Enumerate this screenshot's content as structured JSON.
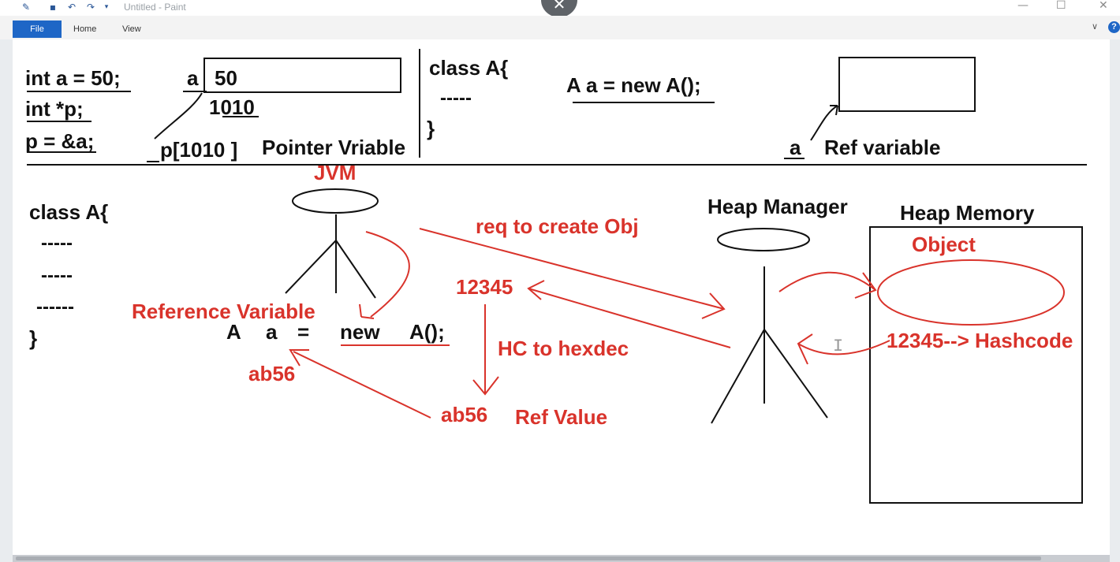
{
  "window": {
    "title": "Untitled - Paint",
    "close_glyph": "✕"
  },
  "ribbon": {
    "tabs": [
      "File",
      "Home",
      "View"
    ],
    "help_glyph": "?"
  },
  "colors": {
    "ink": "#111111",
    "red_ink": "#d9332b",
    "file_tab": "#1e66c6"
  },
  "canvas": {
    "top": {
      "c_decl": [
        "int a = 50;",
        "int *p;",
        "p = &a;"
      ],
      "var_a": "a",
      "box_a_value": "50",
      "address": "1010",
      "pointer_p": "p[1010 ]",
      "pointer_label": "Pointer Vriable",
      "class_open": "class A{",
      "class_body": "-----",
      "class_close": "}",
      "java_decl": "A a = new A();",
      "ref_a": "a",
      "ref_label": "Ref variable"
    },
    "bottom": {
      "class_lines": [
        "class A{",
        "-----",
        "-----",
        "------",
        "}"
      ],
      "jvm_label": "JVM",
      "reference_variable": "Reference Variable",
      "stmt": [
        "A",
        "a",
        "=",
        "new",
        "A();"
      ],
      "ab56_left": "ab56",
      "req_label": "req to create Obj",
      "hashcode_num": "12345",
      "hc_to_hex": "HC to hexdec",
      "ab56_bottom": "ab56",
      "ref_value": "Ref Value",
      "heap_manager": "Heap Manager",
      "heap_memory": "Heap Memory",
      "object_label": "Object",
      "hashcode_label": "12345--> Hashcode"
    }
  }
}
